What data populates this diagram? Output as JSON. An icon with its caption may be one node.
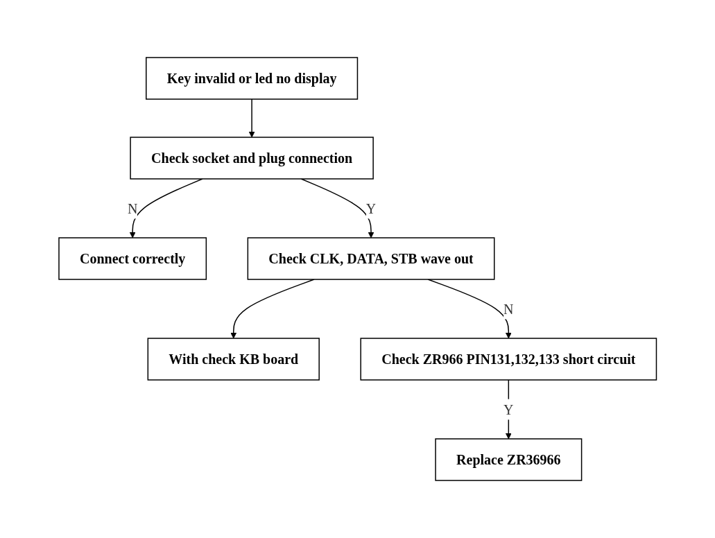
{
  "diagram": {
    "nodes": [
      {
        "text": [
          "Key invalid or led no display"
        ]
      },
      {
        "text": [
          "Check socket and plug connection"
        ]
      },
      {
        "text": [
          "Connect correctly"
        ]
      },
      {
        "text": [
          "Check CLK, DATA, STB wave out"
        ]
      },
      {
        "text": [
          "With check KB board"
        ]
      },
      {
        "text": [
          "Check ZR966 PIN131,132,133 short circuit"
        ]
      },
      {
        "text": [
          "Replace ZR36966"
        ]
      }
    ],
    "edges": [
      {
        "from": 0,
        "to": 1,
        "arrow": "to"
      },
      {
        "from": 1,
        "to": 2,
        "arrow": "to",
        "label": "N"
      },
      {
        "from": 1,
        "to": 3,
        "arrow": "to",
        "label": "Y"
      },
      {
        "from": 3,
        "to": 4,
        "arrow": "to"
      },
      {
        "from": 3,
        "to": 5,
        "arrow": "to",
        "label": "N"
      },
      {
        "from": 5,
        "to": 6,
        "arrow": "to",
        "label": "Y"
      }
    ]
  }
}
